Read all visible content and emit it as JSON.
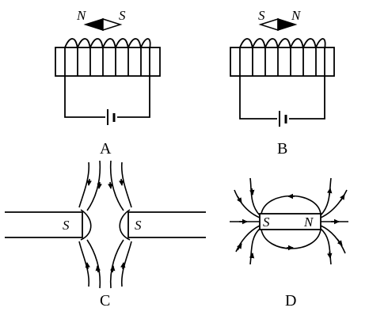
{
  "panels": {
    "A": {
      "caption": "A",
      "needle": {
        "left_pole": "N",
        "right_pole": "S",
        "filled_side": "left"
      }
    },
    "B": {
      "caption": "B",
      "needle": {
        "left_pole": "S",
        "right_pole": "N",
        "filled_side": "right"
      }
    },
    "C": {
      "caption": "C",
      "left_magnet_pole": "S",
      "right_magnet_pole": "S"
    },
    "D": {
      "caption": "D",
      "left_pole": "S",
      "right_pole": "N"
    }
  }
}
